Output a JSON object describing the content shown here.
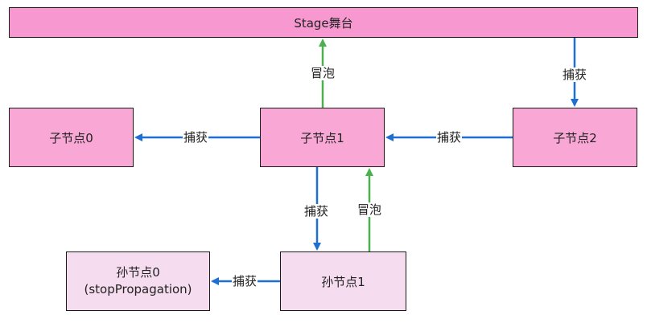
{
  "nodes": {
    "stage": "Stage舞台",
    "child0": "子节点0",
    "child1": "子节点1",
    "child2": "子节点2",
    "grandchild0_line1": "孙节点0",
    "grandchild0_line2": "(stopPropagation)",
    "grandchild1": "孙节点1"
  },
  "edges": {
    "child1_to_stage": "冒泡",
    "stage_to_child2": "捕获",
    "child1_to_child0": "捕获",
    "child2_to_child1": "捕获",
    "child1_to_grandchild1": "捕获",
    "grandchild1_to_child1": "冒泡",
    "grandchild1_to_grandchild0": "捕获"
  },
  "colors": {
    "capture_arrow": "#1f6fd0",
    "bubble_arrow": "#4caf50",
    "top_level_fill": "#f799d0",
    "child_fill": "#f9a8d6",
    "grandchild_fill": "#f5dcef"
  }
}
